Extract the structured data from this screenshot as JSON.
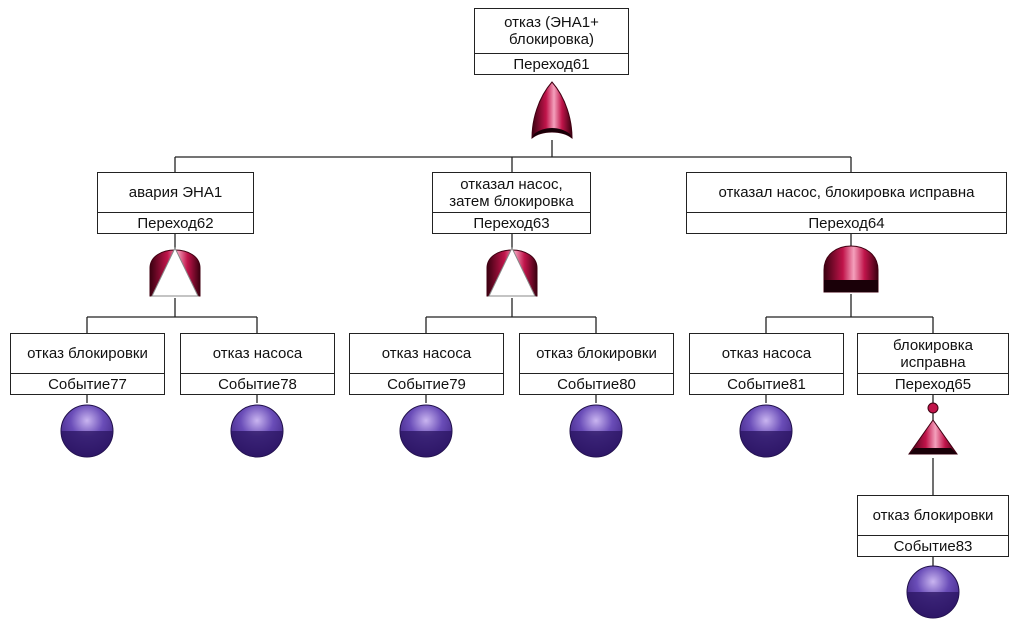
{
  "tree": {
    "top": {
      "label": "отказ (ЭНА1+\nблокировка)",
      "id": "Переход61",
      "gate": "or-gate-icon"
    },
    "mid": [
      {
        "label": "авария ЭНА1",
        "id": "Переход62",
        "gate": "transfer-gate-icon"
      },
      {
        "label": "отказал насос,\nзатем блокировка",
        "id": "Переход63",
        "gate": "transfer-gate-icon"
      },
      {
        "label": "отказал насос, блокировка исправна",
        "id": "Переход64",
        "gate": "and-gate-icon"
      }
    ],
    "leaves": [
      {
        "label": "отказ блокировки",
        "id": "Событие77",
        "symbol": "basic-event-icon"
      },
      {
        "label": "отказ насоса",
        "id": "Событие78",
        "symbol": "basic-event-icon"
      },
      {
        "label": "отказ насоса",
        "id": "Событие79",
        "symbol": "basic-event-icon"
      },
      {
        "label": "отказ блокировки",
        "id": "Событие80",
        "symbol": "basic-event-icon"
      },
      {
        "label": "отказ насоса",
        "id": "Событие81",
        "symbol": "basic-event-icon"
      }
    ],
    "sub": {
      "label": "блокировка\nисправна",
      "id": "Переход65",
      "gate": "not-gate-icon"
    },
    "bottom": {
      "label": "отказ блокировки",
      "id": "Событие83",
      "symbol": "basic-event-icon"
    }
  },
  "colors": {
    "gate": "#c0144a",
    "event": "#3a1f7a",
    "line": "#222222"
  }
}
